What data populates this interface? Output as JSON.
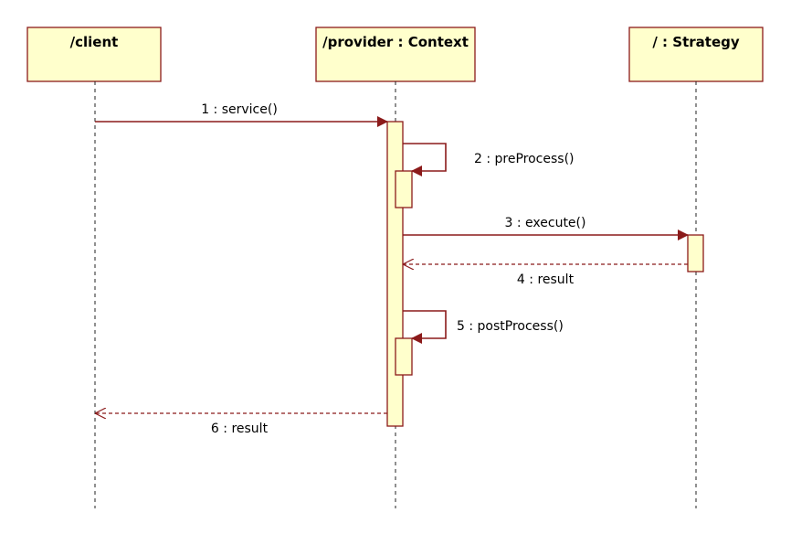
{
  "colors": {
    "box_fill": "#ffffcc",
    "border": "#8b1a1a",
    "lifeline": "#222222"
  },
  "lifelines": [
    {
      "id": "client",
      "label": "/client"
    },
    {
      "id": "context",
      "label": "/provider : Context"
    },
    {
      "id": "strategy",
      "label": "/ : Strategy"
    }
  ],
  "messages": [
    {
      "label": "1 : service()",
      "kind": "call",
      "from": "client",
      "to": "context"
    },
    {
      "label": "2 : preProcess()",
      "kind": "self-call",
      "from": "context",
      "to": "context"
    },
    {
      "label": "3 : execute()",
      "kind": "call",
      "from": "context",
      "to": "strategy"
    },
    {
      "label": "4 : result",
      "kind": "return",
      "from": "strategy",
      "to": "context"
    },
    {
      "label": "5 : postProcess()",
      "kind": "self-call",
      "from": "context",
      "to": "context"
    },
    {
      "label": "6 : result",
      "kind": "return",
      "from": "context",
      "to": "client"
    }
  ]
}
